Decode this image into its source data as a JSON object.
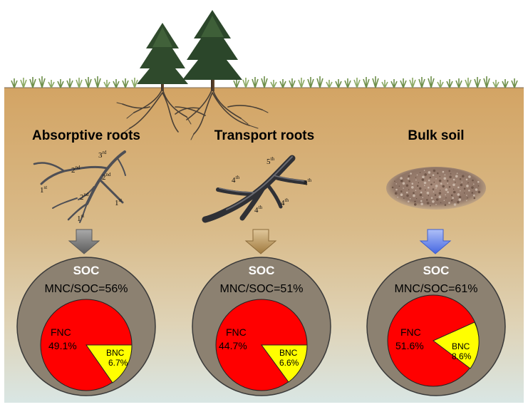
{
  "colors": {
    "soil_top": "#d6a866",
    "soil_bottom": "#dbe6e4",
    "soc_circle": "#8c8171",
    "fnc": "#ff0000",
    "bnc": "#ffff00",
    "arrow_gray": "#7a7a7a",
    "arrow_tan": "#c4a36a",
    "arrow_blue": "#6d8ff0"
  },
  "panels": [
    {
      "heading": "Absorptive roots",
      "root_orders": [
        {
          "num": "3",
          "suffix": "rd"
        },
        {
          "num": "2",
          "suffix": "nd"
        },
        {
          "num": "2",
          "suffix": "nd"
        },
        {
          "num": "1",
          "suffix": "st"
        },
        {
          "num": "2",
          "suffix": "nd"
        },
        {
          "num": "1",
          "suffix": "st"
        },
        {
          "num": "1",
          "suffix": "st"
        }
      ],
      "soc_label": "SOC",
      "ratio_text": "MNC/SOC=56%",
      "fnc_label": "FNC",
      "fnc_value": "49.1%",
      "bnc_label": "BNC",
      "bnc_value": "6.7%"
    },
    {
      "heading": "Transport roots",
      "root_orders": [
        {
          "num": "5",
          "suffix": "th"
        },
        {
          "num": "4",
          "suffix": "th"
        },
        {
          "num": "4",
          "suffix": "th"
        },
        {
          "num": "4",
          "suffix": "th"
        },
        {
          "num": "4",
          "suffix": "th"
        }
      ],
      "soc_label": "SOC",
      "ratio_text": "MNC/SOC=51%",
      "fnc_label": "FNC",
      "fnc_value": "44.7%",
      "bnc_label": "BNC",
      "bnc_value": "6.6%"
    },
    {
      "heading": "Bulk soil",
      "soc_label": "SOC",
      "ratio_text": "MNC/SOC=61%",
      "fnc_label": "FNC",
      "fnc_value": "51.6%",
      "bnc_label": "BNC",
      "bnc_value": "8.6%"
    }
  ]
}
